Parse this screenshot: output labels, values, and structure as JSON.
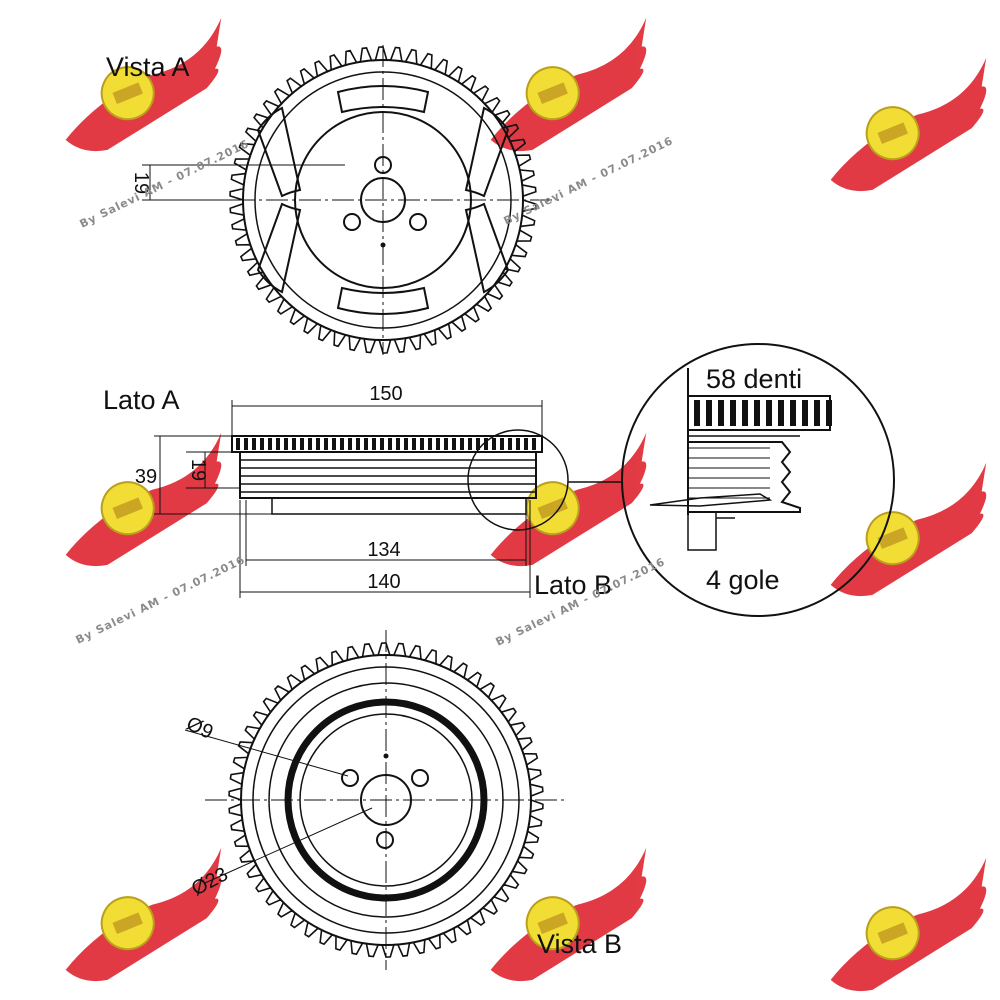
{
  "views": {
    "vista_a": "Vista A",
    "vista_b": "Vista B",
    "lato_a": "Lato A",
    "lato_b": "Lato B"
  },
  "dimensions": {
    "d150": "150",
    "d134": "134",
    "d140": "140",
    "d39": "39",
    "d19_side": "19",
    "d19_top": "19",
    "dia9": "Ø9",
    "dia23": "Ø23"
  },
  "detail": {
    "teeth": "58 denti",
    "grooves": "4 gole"
  },
  "watermark": {
    "text": "By Salevi AM - 07.07.2016",
    "colors": {
      "wing": "#e0303a",
      "badge": "#f2dc2a"
    }
  },
  "colors": {
    "line": "#111111"
  }
}
